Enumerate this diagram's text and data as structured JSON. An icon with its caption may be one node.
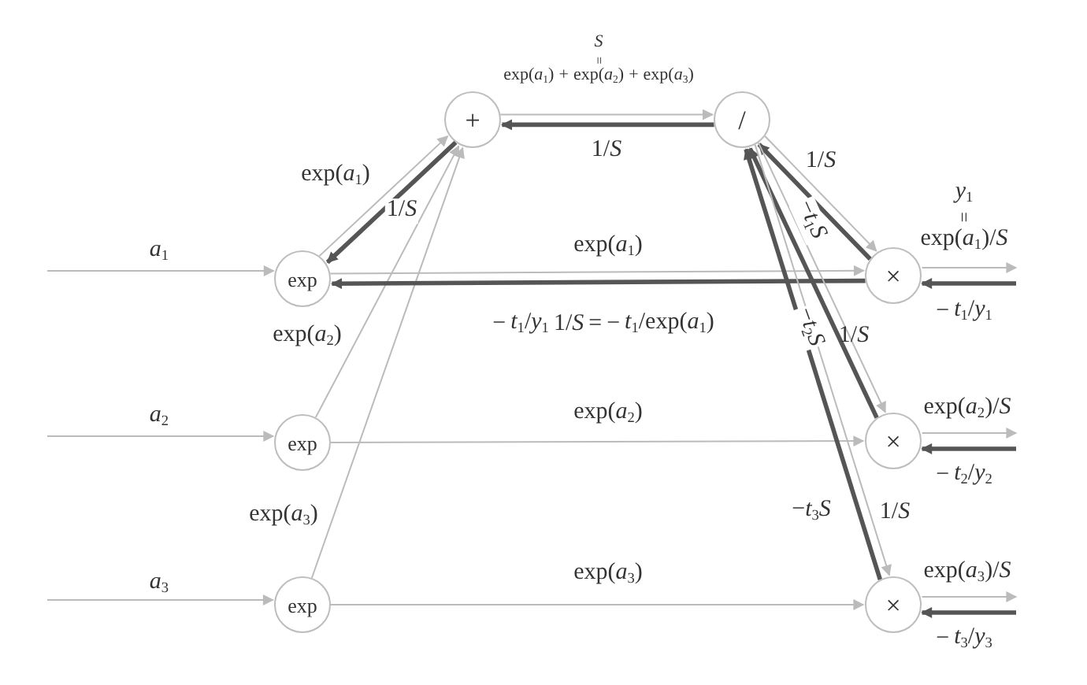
{
  "diagram": {
    "nodes": [
      {
        "text": [
          "exp"
        ]
      },
      {
        "text": [
          "exp"
        ]
      },
      {
        "text": [
          "exp"
        ]
      },
      {
        "text": [
          "+"
        ]
      },
      {
        "text": [
          "/"
        ]
      },
      {
        "text": [
          "×"
        ]
      },
      {
        "text": [
          "×"
        ]
      },
      {
        "text": [
          "×"
        ]
      }
    ],
    "edges": [
      {
        "from": null,
        "to": 0,
        "arrow": "to",
        "label": "*a*$_{1}$"
      },
      {
        "from": null,
        "to": 1,
        "arrow": "to",
        "label": "*a*$_{2}$"
      },
      {
        "from": null,
        "to": 2,
        "arrow": "to",
        "label": "*a*$_{3}$"
      },
      {
        "from": 0,
        "to": 3,
        "arrow": "to",
        "label": "exp(*a*$_{1}$)"
      },
      {
        "from": 1,
        "to": 3,
        "arrow": "to",
        "label": "exp(*a*$_{2}$)"
      },
      {
        "from": 2,
        "to": 3,
        "arrow": "to",
        "label": "exp(*a*$_{3}$)"
      },
      {
        "from": 3,
        "to": 4,
        "arrow": "to",
        "label": "*S* = exp(*a*$_{1}$) + exp(*a*$_{2}$) + exp(*a*$_{3}$)"
      },
      {
        "from": 4,
        "to": 3,
        "arrow": "to",
        "label": "1/*S*",
        "style": "thick",
        "color": "#555555"
      },
      {
        "from": 3,
        "to": 0,
        "arrow": "to",
        "label": "1/*S*",
        "style": "thick",
        "color": "#555555"
      },
      {
        "from": 0,
        "to": 5,
        "arrow": "to",
        "label": "exp(*a*$_{1}$)"
      },
      {
        "from": 5,
        "to": 0,
        "arrow": "to",
        "label": "− *t*$_{1}$/*y*$_{1}$ 1/*S* = − *t*$_{1}$/exp(*a*$_{1}$)",
        "style": "thick",
        "color": "#555555"
      },
      {
        "from": 1,
        "to": 6,
        "arrow": "to",
        "label": "exp(*a*$_{2}$)"
      },
      {
        "from": 2,
        "to": 7,
        "arrow": "to",
        "label": "exp(*a*$_{3}$)"
      },
      {
        "from": 4,
        "to": 5,
        "arrow": "to",
        "label": "1/*S*"
      },
      {
        "from": 5,
        "to": 4,
        "arrow": "to",
        "label": "−*t*$_{1}$*S*",
        "style": "thick",
        "color": "#555555"
      },
      {
        "from": 4,
        "to": 6,
        "arrow": "to",
        "label": "1/*S*"
      },
      {
        "from": 6,
        "to": 4,
        "arrow": "to",
        "label": "−*t*$_{2}$*S*",
        "style": "thick",
        "color": "#555555"
      },
      {
        "from": 4,
        "to": 7,
        "arrow": "to",
        "label": "1/*S*"
      },
      {
        "from": 7,
        "to": 4,
        "arrow": "to",
        "label": "−*t*$_{3}$*S*",
        "style": "thick",
        "color": "#555555"
      },
      {
        "from": 5,
        "to": null,
        "arrow": "to",
        "label": "*y*$_{1}$ = exp(*a*$_{1}$)/*S*"
      },
      {
        "from": null,
        "to": 5,
        "arrow": "to",
        "label": "− *t*$_{1}$/*y*$_{1}$",
        "style": "thick",
        "color": "#555555"
      },
      {
        "from": 6,
        "to": null,
        "arrow": "to",
        "label": "exp(*a*$_{2}$)/*S*"
      },
      {
        "from": null,
        "to": 6,
        "arrow": "to",
        "label": "− *t*$_{2}$/*y*$_{2}$",
        "style": "thick",
        "color": "#555555"
      },
      {
        "from": 7,
        "to": null,
        "arrow": "to",
        "label": "exp(*a*$_{3}$)/*S*"
      },
      {
        "from": null,
        "to": 7,
        "arrow": "to",
        "label": "− *t*$_{3}$/*y*$_{3}$",
        "style": "thick",
        "color": "#555555"
      }
    ]
  }
}
